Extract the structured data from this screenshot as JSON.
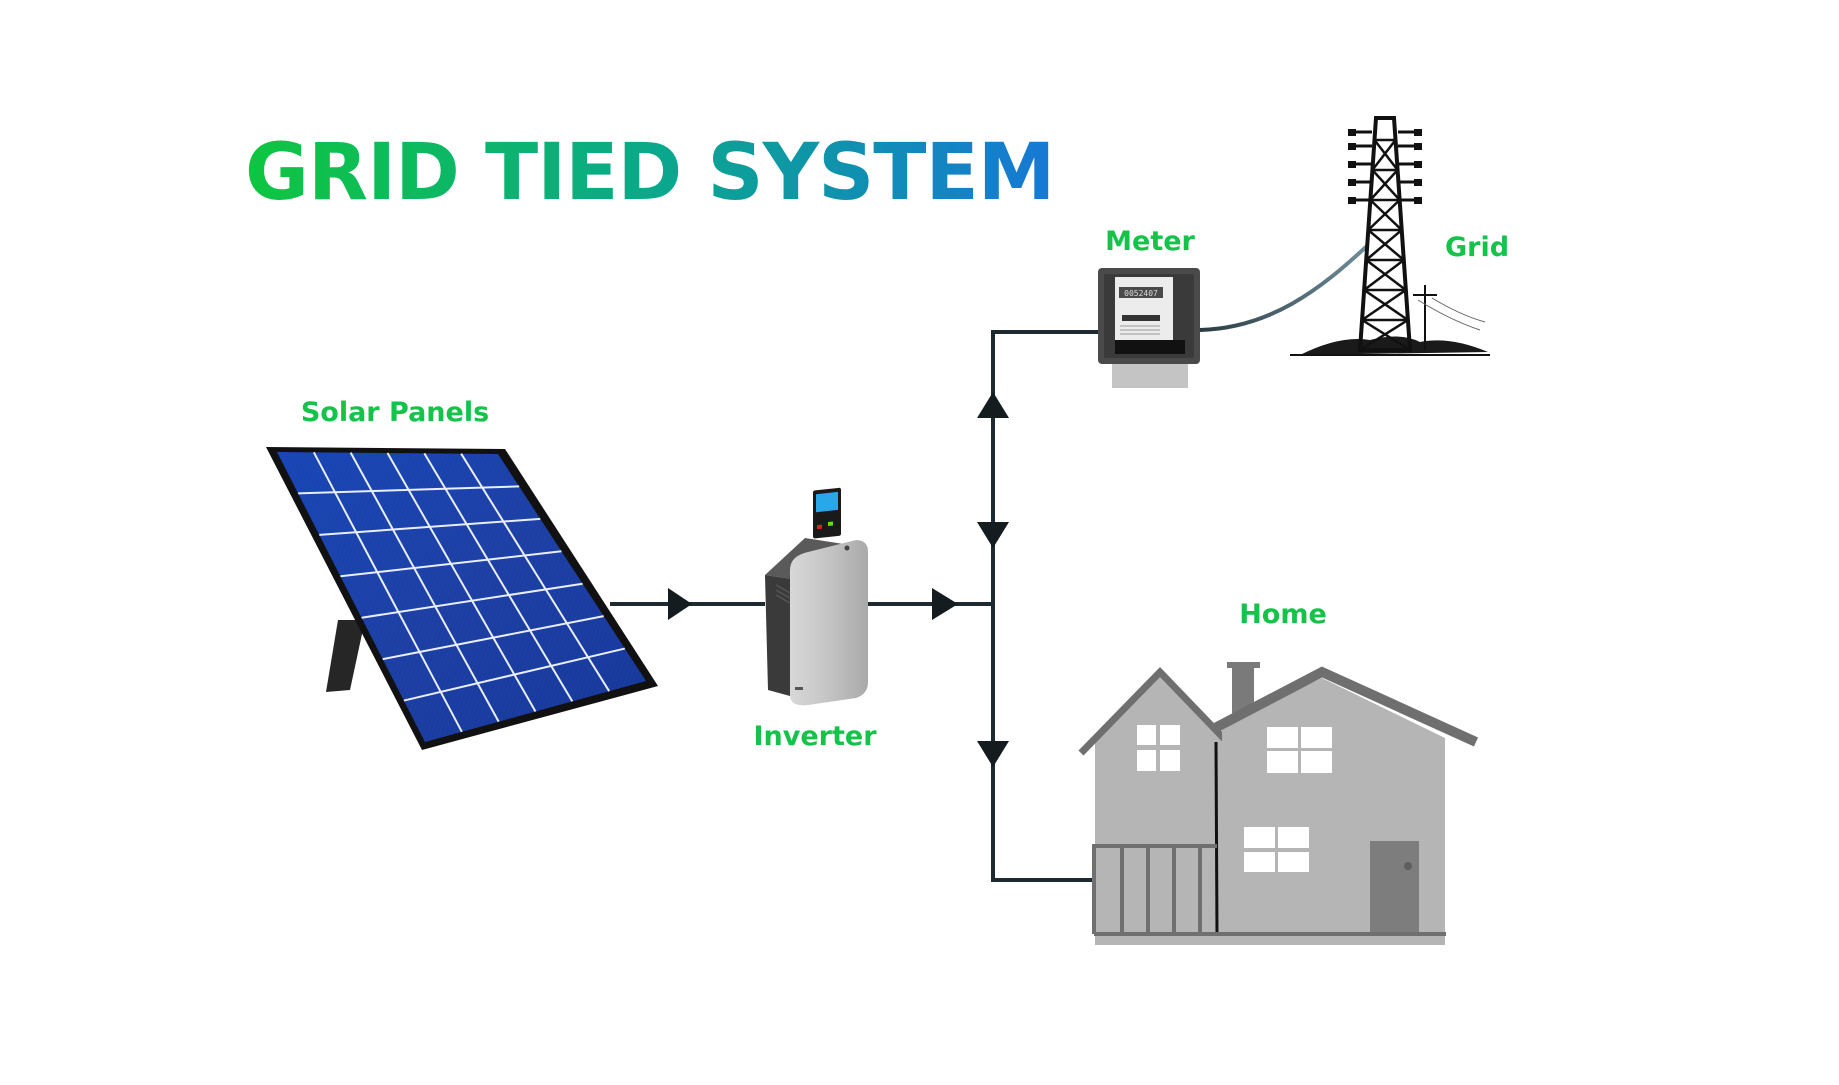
{
  "title": {
    "part1": "GRID TIED",
    "part2": "SYSTEM",
    "gradient": [
      "#0ec640",
      "#0aa98a",
      "#1678d6"
    ]
  },
  "labels": {
    "solar_panels": "Solar Panels",
    "inverter": "Inverter",
    "meter": "Meter",
    "grid": "Grid",
    "home": "Home"
  },
  "meter": {
    "reading": "0052407"
  },
  "colors": {
    "label_green": "#15c24a",
    "wire": "#1f2a30",
    "panel_blue": "#1a3fa8",
    "house_body": "#b4b4b4",
    "house_roof": "#6f6f6f"
  },
  "flows": [
    {
      "from": "solar_panels",
      "to": "inverter",
      "direction": "right"
    },
    {
      "from": "inverter",
      "to": "junction",
      "direction": "right"
    },
    {
      "from": "junction",
      "to": "meter",
      "direction": "up"
    },
    {
      "from": "meter",
      "to": "junction",
      "direction": "down"
    },
    {
      "from": "junction",
      "to": "home",
      "direction": "down"
    },
    {
      "from": "meter",
      "to": "grid",
      "direction": "bidirectional"
    }
  ]
}
